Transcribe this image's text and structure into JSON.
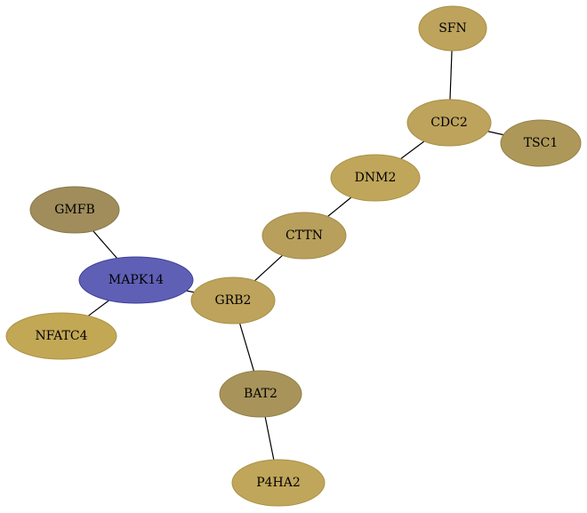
{
  "nodes": {
    "sfn": {
      "label": "SFN",
      "fill": "#bda35c",
      "stroke": "#a89149"
    },
    "cdc2": {
      "label": "CDC2",
      "fill": "#bda35c",
      "stroke": "#a89149"
    },
    "tsc1": {
      "label": "TSC1",
      "fill": "#ad985a",
      "stroke": "#968349"
    },
    "dnm2": {
      "label": "DNM2",
      "fill": "#c0a65a",
      "stroke": "#ab9248"
    },
    "cttn": {
      "label": "CTTN",
      "fill": "#b89f5c",
      "stroke": "#a38b4a"
    },
    "gmfb": {
      "label": "GMFB",
      "fill": "#a08d5b",
      "stroke": "#8a784a"
    },
    "mapk14": {
      "label": "MAPK14",
      "fill": "#5f5fb6",
      "stroke": "#3f3f9a"
    },
    "grb2": {
      "label": "GRB2",
      "fill": "#bda35c",
      "stroke": "#a89149"
    },
    "nfatc4": {
      "label": "NFATC4",
      "fill": "#c2a755",
      "stroke": "#ad9244"
    },
    "bat2": {
      "label": "BAT2",
      "fill": "#a8945a",
      "stroke": "#928049"
    },
    "p4ha2": {
      "label": "P4HA2",
      "fill": "#c0a65a",
      "stroke": "#ab9248"
    }
  },
  "edges": [
    [
      "sfn",
      "cdc2"
    ],
    [
      "cdc2",
      "tsc1"
    ],
    [
      "cdc2",
      "dnm2"
    ],
    [
      "dnm2",
      "cttn"
    ],
    [
      "cttn",
      "grb2"
    ],
    [
      "gmfb",
      "mapk14"
    ],
    [
      "mapk14",
      "grb2"
    ],
    [
      "mapk14",
      "nfatc4"
    ],
    [
      "grb2",
      "bat2"
    ],
    [
      "bat2",
      "p4ha2"
    ]
  ]
}
